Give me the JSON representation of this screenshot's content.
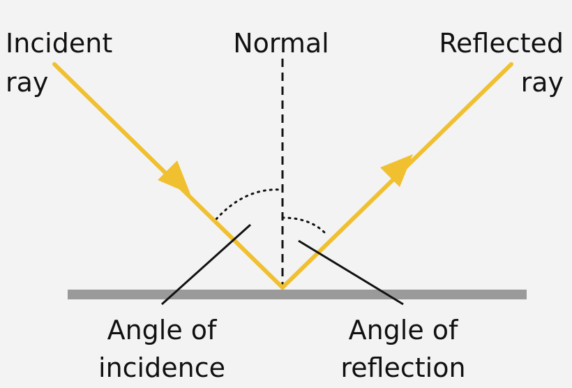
{
  "labels": {
    "incident_ray": [
      "Incident",
      "ray"
    ],
    "normal": "Normal",
    "reflected_ray": [
      "Reflected",
      "ray"
    ],
    "angle_of_incidence": [
      "Angle of",
      "incidence"
    ],
    "angle_of_reflection": [
      "Angle of",
      "reflection"
    ]
  },
  "colors": {
    "background": "#f3f3f3",
    "ray": "#f0c030",
    "mirror": "#9a9a9a",
    "normal": "#111111",
    "pointer": "#111111",
    "text": "#111111"
  }
}
